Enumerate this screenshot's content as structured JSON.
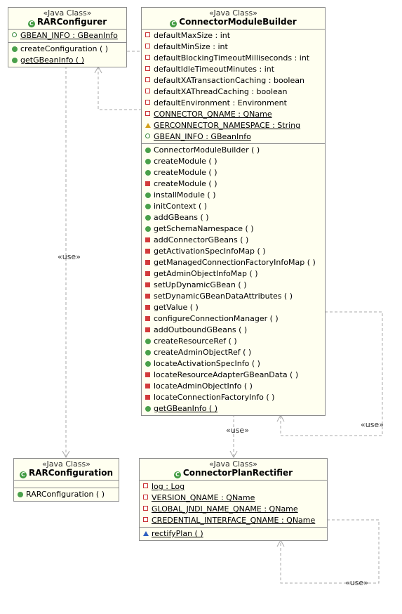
{
  "stereotype": "«Java Class»",
  "use_label": "«use»",
  "classes": {
    "rarconfigurer": {
      "name": "RARConfigurer",
      "fields": [
        {
          "vis": "public",
          "text": "GBEAN_INFO : GBeanInfo",
          "static": true
        }
      ],
      "methods": [
        {
          "vis": "public",
          "text": "createConfiguration ( )",
          "static": false
        },
        {
          "vis": "public",
          "text": "getGBeanInfo ( )",
          "static": true
        }
      ]
    },
    "connectormodulebuilder": {
      "name": "ConnectorModuleBuilder",
      "fields": [
        {
          "vis": "private",
          "text": "defaultMaxSize : int",
          "static": false
        },
        {
          "vis": "private",
          "text": "defaultMinSize : int",
          "static": false
        },
        {
          "vis": "private",
          "text": "defaultBlockingTimeoutMilliseconds : int",
          "static": false
        },
        {
          "vis": "private",
          "text": "defaultIdleTimeoutMinutes : int",
          "static": false
        },
        {
          "vis": "private",
          "text": "defaultXATransactionCaching : boolean",
          "static": false
        },
        {
          "vis": "private",
          "text": "defaultXAThreadCaching : boolean",
          "static": false
        },
        {
          "vis": "private",
          "text": "defaultEnvironment : Environment",
          "static": false
        },
        {
          "vis": "private",
          "text": "CONNECTOR_QNAME : QName",
          "static": true
        },
        {
          "vis": "protected",
          "text": "GERCONNECTOR_NAMESPACE : String",
          "static": true
        },
        {
          "vis": "public",
          "text": "GBEAN_INFO : GBeanInfo",
          "static": true
        }
      ],
      "methods": [
        {
          "vis": "public",
          "text": "ConnectorModuleBuilder ( )",
          "static": false
        },
        {
          "vis": "public",
          "text": "createModule ( )",
          "static": false
        },
        {
          "vis": "public",
          "text": "createModule ( )",
          "static": false
        },
        {
          "vis": "private",
          "text": "createModule ( )",
          "static": false
        },
        {
          "vis": "public",
          "text": "installModule ( )",
          "static": false
        },
        {
          "vis": "public",
          "text": "initContext ( )",
          "static": false
        },
        {
          "vis": "public",
          "text": "addGBeans ( )",
          "static": false
        },
        {
          "vis": "public",
          "text": "getSchemaNamespace ( )",
          "static": false
        },
        {
          "vis": "private",
          "text": "addConnectorGBeans ( )",
          "static": false
        },
        {
          "vis": "private",
          "text": "getActivationSpecInfoMap ( )",
          "static": false
        },
        {
          "vis": "private",
          "text": "getManagedConnectionFactoryInfoMap ( )",
          "static": false
        },
        {
          "vis": "private",
          "text": "getAdminObjectInfoMap ( )",
          "static": false
        },
        {
          "vis": "private",
          "text": "setUpDynamicGBean ( )",
          "static": false
        },
        {
          "vis": "private",
          "text": "setDynamicGBeanDataAttributes ( )",
          "static": false
        },
        {
          "vis": "private",
          "text": "getValue ( )",
          "static": false
        },
        {
          "vis": "private",
          "text": "configureConnectionManager ( )",
          "static": false
        },
        {
          "vis": "private",
          "text": "addOutboundGBeans ( )",
          "static": false
        },
        {
          "vis": "public",
          "text": "createResourceRef ( )",
          "static": false
        },
        {
          "vis": "public",
          "text": "createAdminObjectRef ( )",
          "static": false
        },
        {
          "vis": "public",
          "text": "locateActivationSpecInfo ( )",
          "static": false
        },
        {
          "vis": "private",
          "text": "locateResourceAdapterGBeanData ( )",
          "static": false
        },
        {
          "vis": "private",
          "text": "locateAdminObjectInfo ( )",
          "static": false
        },
        {
          "vis": "private",
          "text": "locateConnectionFactoryInfo ( )",
          "static": false
        },
        {
          "vis": "public",
          "text": "getGBeanInfo ( )",
          "static": true
        }
      ]
    },
    "rarconfiguration": {
      "name": "RARConfiguration",
      "fields": [],
      "methods": [
        {
          "vis": "public",
          "text": "RARConfiguration ( )",
          "static": false
        }
      ]
    },
    "connectorplanrectifier": {
      "name": "ConnectorPlanRectifier",
      "fields": [
        {
          "vis": "private",
          "text": "log : Log",
          "static": true
        },
        {
          "vis": "private",
          "text": "VERSION_QNAME : QName",
          "static": true
        },
        {
          "vis": "private",
          "text": "GLOBAL_JNDI_NAME_QNAME : QName",
          "static": true
        },
        {
          "vis": "private",
          "text": "CREDENTIAL_INTERFACE_QNAME : QName",
          "static": true
        }
      ],
      "methods": [
        {
          "vis": "protected",
          "text": "rectifyPlan ( )",
          "static": true
        }
      ]
    }
  },
  "colors": {
    "box_fill": "#fffff0",
    "border": "#8c8c8c",
    "public": "#4aa04a",
    "private": "#d23c3c",
    "connector": "#a0a0a0"
  }
}
